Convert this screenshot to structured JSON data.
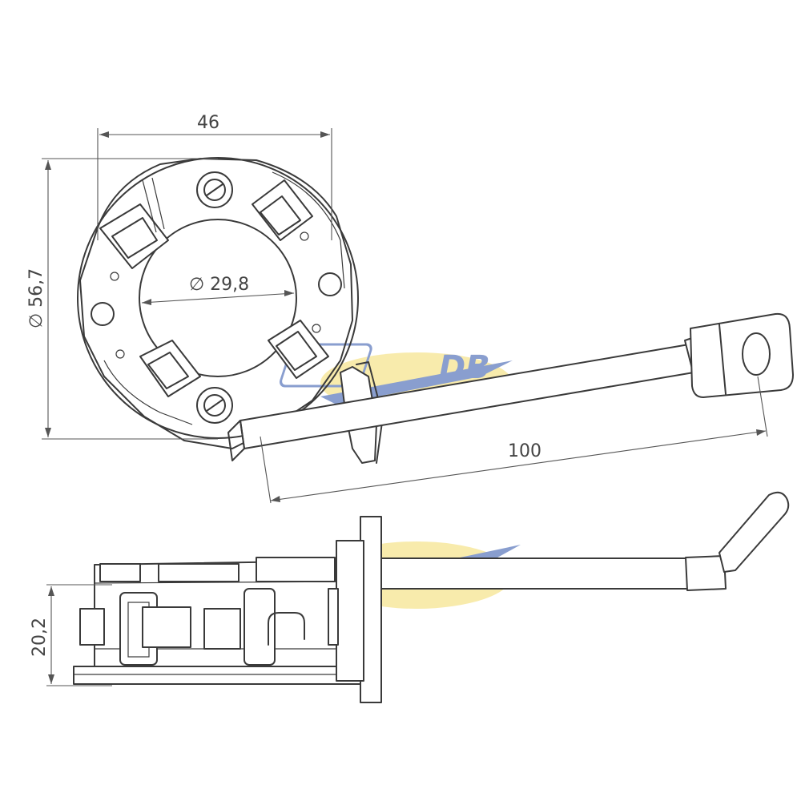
{
  "dimensions": {
    "width": "46",
    "outer_diameter": "∅ 56,7",
    "inner_diameter": "∅ 29,8",
    "cable_length": "100",
    "height": "20,2"
  },
  "watermark": {
    "text": "DB",
    "blue": "#2a4fa8",
    "yellow": "#f3dc6a"
  },
  "colors": {
    "line": "#3a3a3a",
    "background": "#ffffff"
  }
}
